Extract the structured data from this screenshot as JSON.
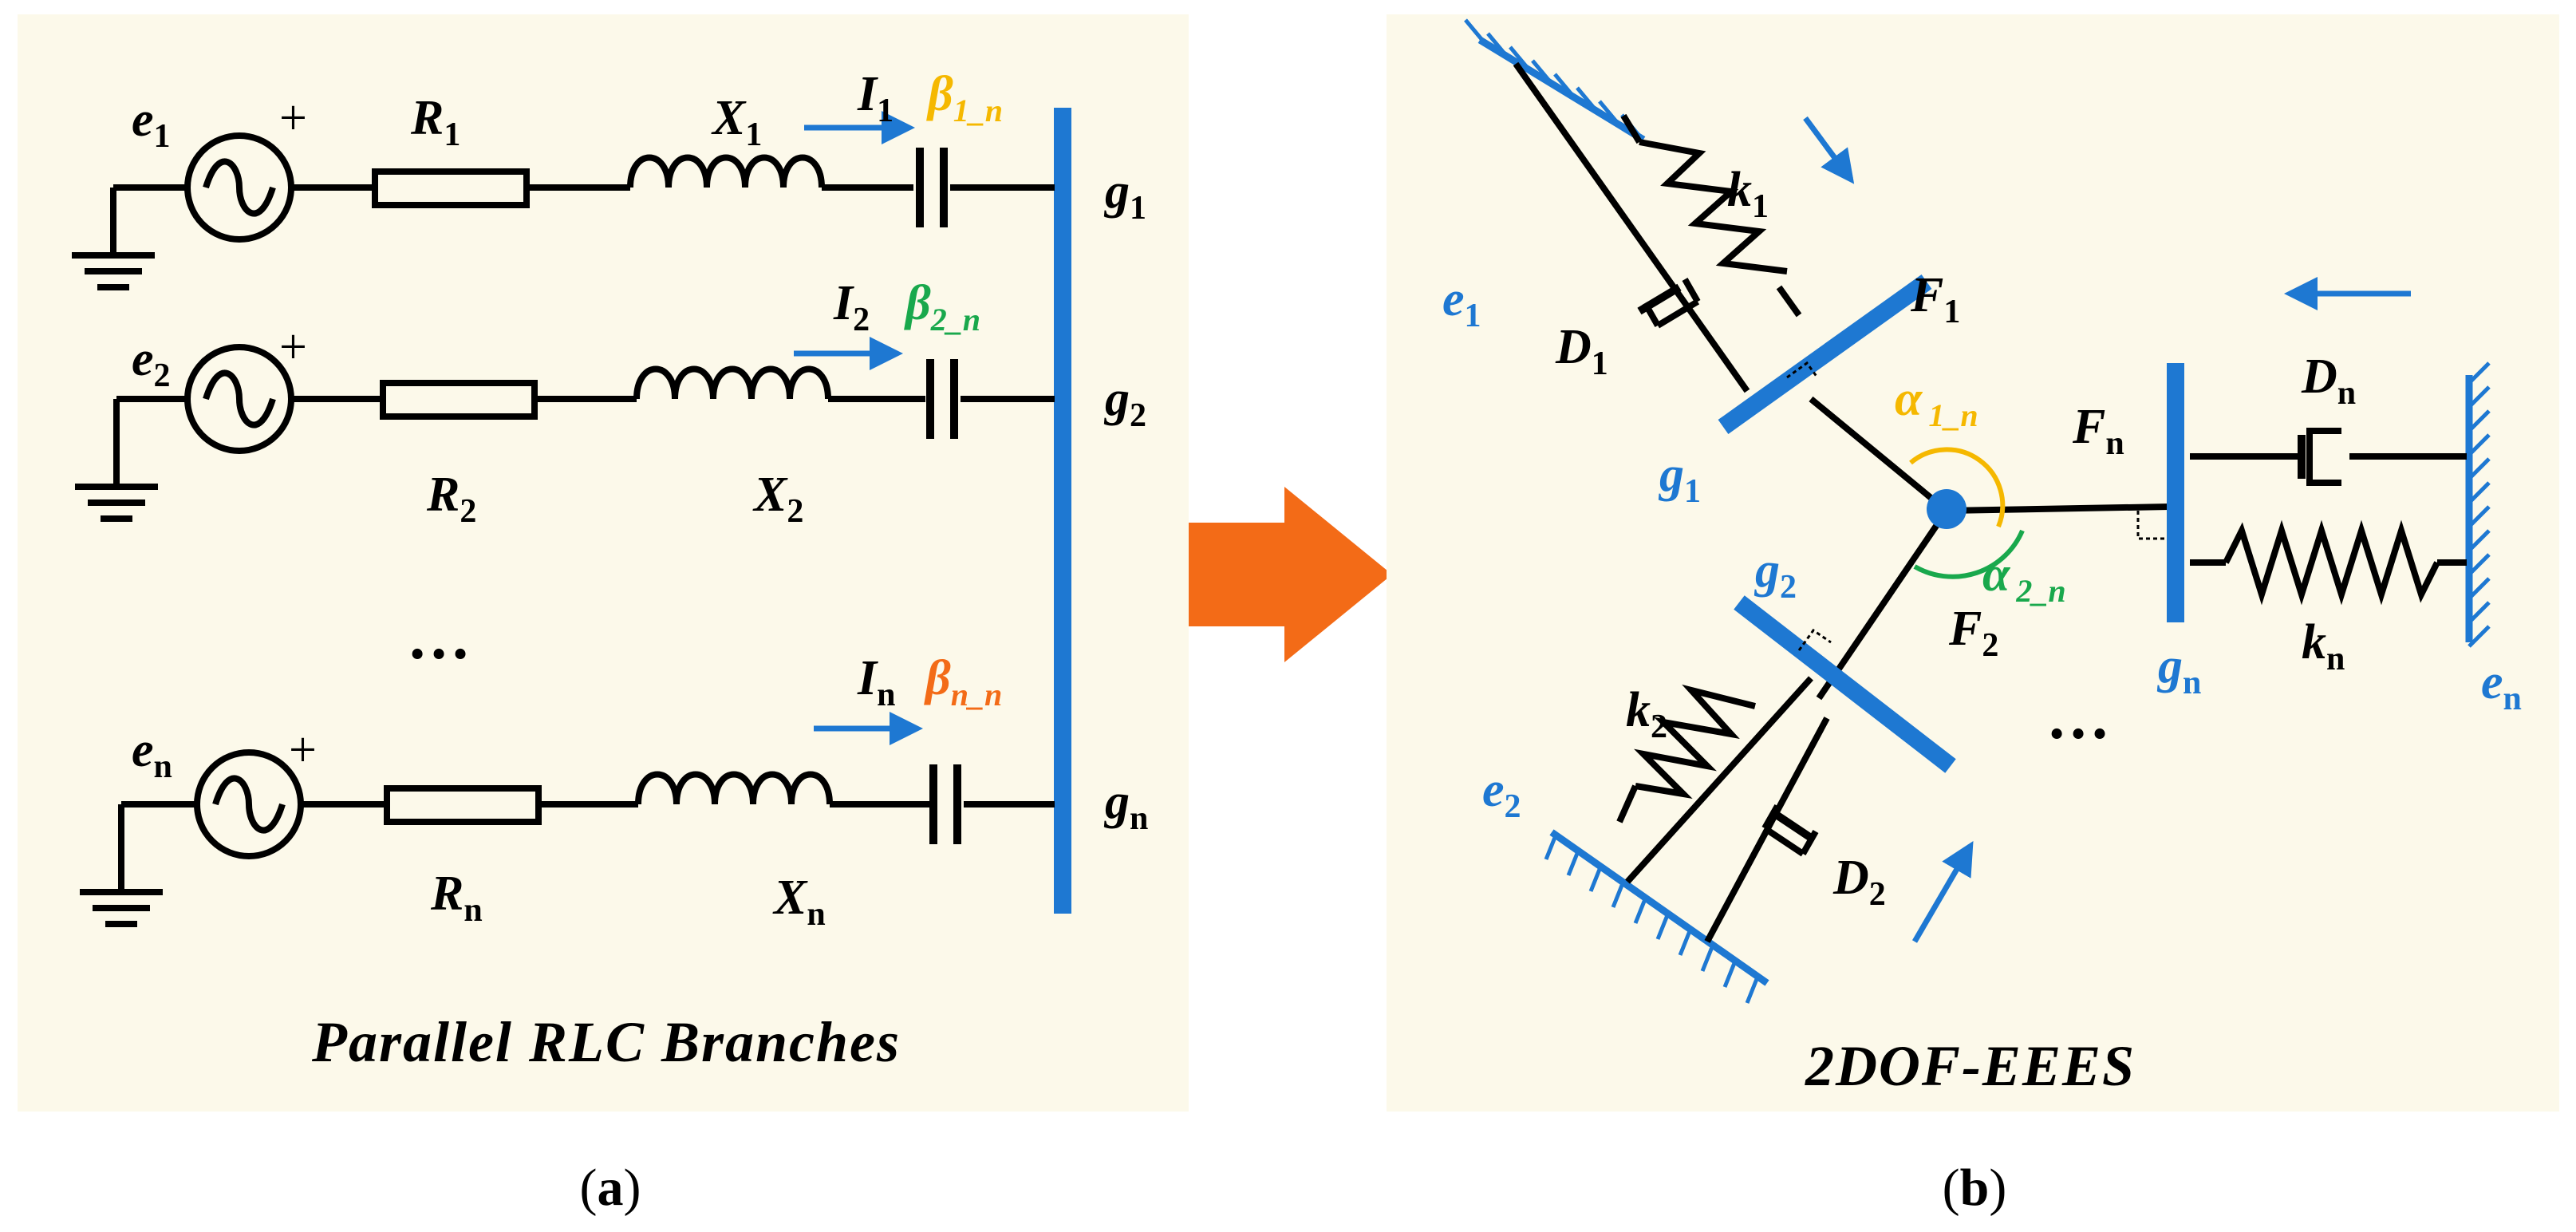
{
  "colors": {
    "panel_bg": "#fcf9ea",
    "blue": "#1e78d2",
    "orange": "#f36b17",
    "yellow": "#f5b800",
    "green": "#19a84c",
    "black": "#000000"
  },
  "panel_a": {
    "title": "Parallel RLC Branches",
    "caption_open": "(",
    "caption_letter": "a",
    "caption_close": ")",
    "ellipsis": "…",
    "branches": [
      {
        "e": "e",
        "e_sub": "1",
        "R": "R",
        "R_sub": "1",
        "X": "X",
        "X_sub": "1",
        "I": "I",
        "I_sub": "1",
        "beta": "β",
        "beta_sub": "1_n",
        "g": "g",
        "g_sub": "1",
        "beta_color": "yellow"
      },
      {
        "e": "e",
        "e_sub": "2",
        "R": "R",
        "R_sub": "2",
        "X": "X",
        "X_sub": "2",
        "I": "I",
        "I_sub": "2",
        "beta": "β",
        "beta_sub": "2_n",
        "g": "g",
        "g_sub": "2",
        "beta_color": "green"
      },
      {
        "e": "e",
        "e_sub": "n",
        "R": "R",
        "R_sub": "n",
        "X": "X",
        "X_sub": "n",
        "I": "I",
        "I_sub": "n",
        "beta": "β",
        "beta_sub": "n_n",
        "g": "g",
        "g_sub": "n",
        "beta_color": "orange"
      }
    ],
    "plus": "+"
  },
  "panel_b": {
    "title": "2DOF-EEES",
    "caption_open": "(",
    "caption_letter": "b",
    "caption_close": ")",
    "ellipsis": "…",
    "e1": {
      "base": "e",
      "sub": "1"
    },
    "e2": {
      "base": "e",
      "sub": "2"
    },
    "en": {
      "base": "e",
      "sub": "n"
    },
    "g1": {
      "base": "g",
      "sub": "1"
    },
    "g2": {
      "base": "g",
      "sub": "2"
    },
    "gn": {
      "base": "g",
      "sub": "n"
    },
    "k1": {
      "base": "k",
      "sub": "1"
    },
    "k2": {
      "base": "k",
      "sub": "2"
    },
    "kn": {
      "base": "k",
      "sub": "n"
    },
    "D1": {
      "base": "D",
      "sub": "1"
    },
    "D2": {
      "base": "D",
      "sub": "2"
    },
    "Dn": {
      "base": "D",
      "sub": "n"
    },
    "F1": {
      "base": "F",
      "sub": "1"
    },
    "F2": {
      "base": "F",
      "sub": "2"
    },
    "Fn": {
      "base": "F",
      "sub": "n"
    },
    "a1": {
      "base": "α",
      "sub": "1_n"
    },
    "a2": {
      "base": "α",
      "sub": "2_n"
    }
  }
}
